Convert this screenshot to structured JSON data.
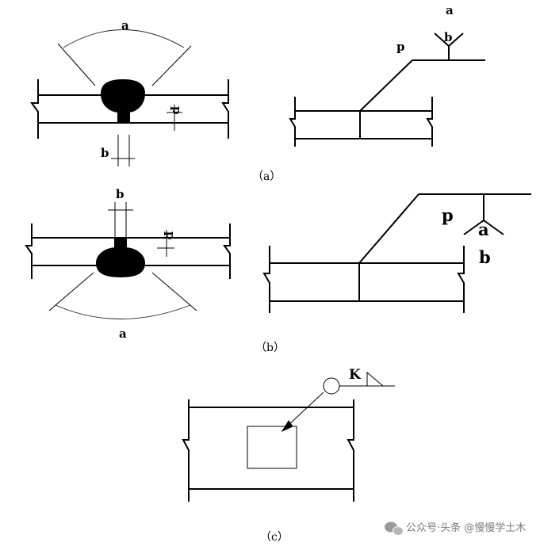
{
  "figure": {
    "a": {
      "caption": "（a）",
      "left": {
        "angle_label": "a",
        "depth_label": "p",
        "gap_label": "b"
      },
      "right": {
        "p_label": "p",
        "a_label": "a",
        "b_label": "b"
      }
    },
    "b": {
      "caption": "（b）",
      "left": {
        "gap_label": "b",
        "depth_label": "p",
        "angle_label": "a"
      },
      "right": {
        "p_label": "p",
        "a_label": "a",
        "b_label": "b"
      }
    },
    "c": {
      "caption": "（c）",
      "weld_size_label": "K"
    }
  },
  "watermark": {
    "text": "公众号·头条 @慢慢学土木",
    "icon": "wechat-icon"
  }
}
